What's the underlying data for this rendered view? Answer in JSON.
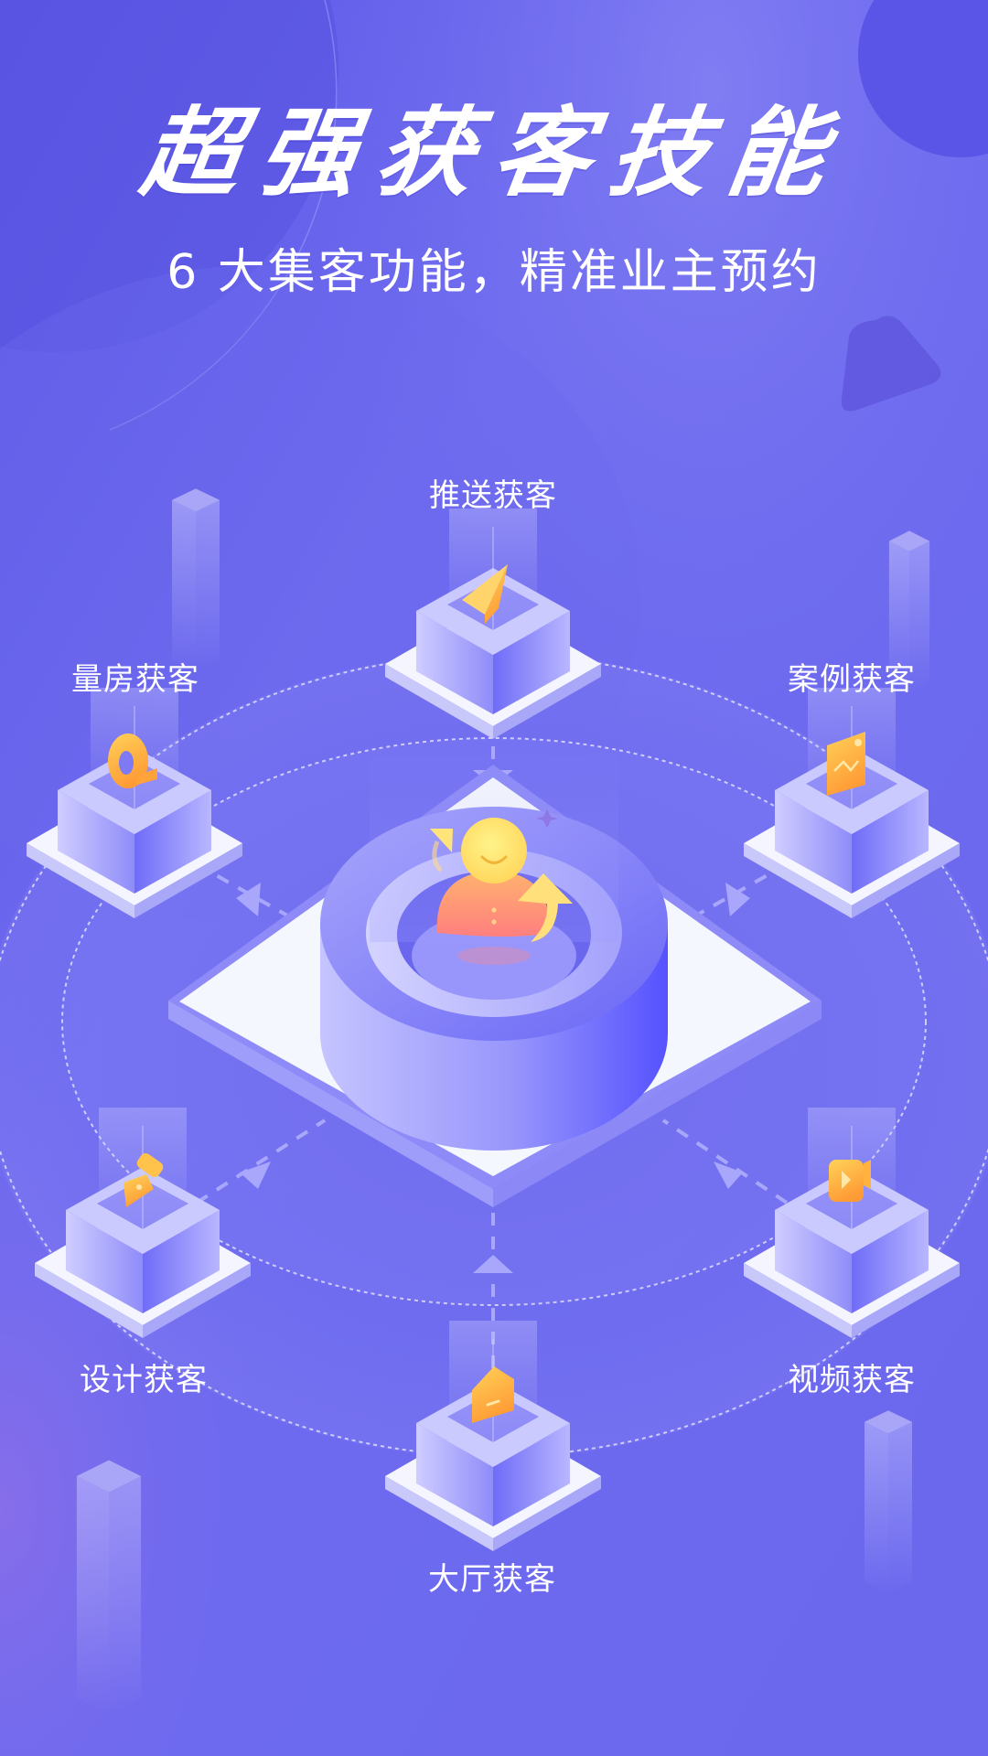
{
  "header": {
    "title": "超强获客技能",
    "subtitle": "6 大集客功能，精准业主预约"
  },
  "center": {
    "icon": "customer-avatar-icon",
    "description": "central customer hub on isometric platform"
  },
  "features": [
    {
      "id": "push",
      "label": "推送获客",
      "icon": "paper-plane-icon"
    },
    {
      "id": "measure",
      "label": "量房获客",
      "icon": "tape-measure-icon"
    },
    {
      "id": "case",
      "label": "案例获客",
      "icon": "image-icon"
    },
    {
      "id": "design",
      "label": "设计获客",
      "icon": "pen-nib-icon"
    },
    {
      "id": "video",
      "label": "视频获客",
      "icon": "video-camera-icon"
    },
    {
      "id": "hall",
      "label": "大厅获客",
      "icon": "house-icon"
    }
  ],
  "colors": {
    "background": "#6b68ee",
    "background_dark": "#5751e2",
    "platform": "#f4f7fd",
    "accent_orange": "#ffae3c",
    "accent_yellow": "#ffd566",
    "text": "#ffffff"
  }
}
